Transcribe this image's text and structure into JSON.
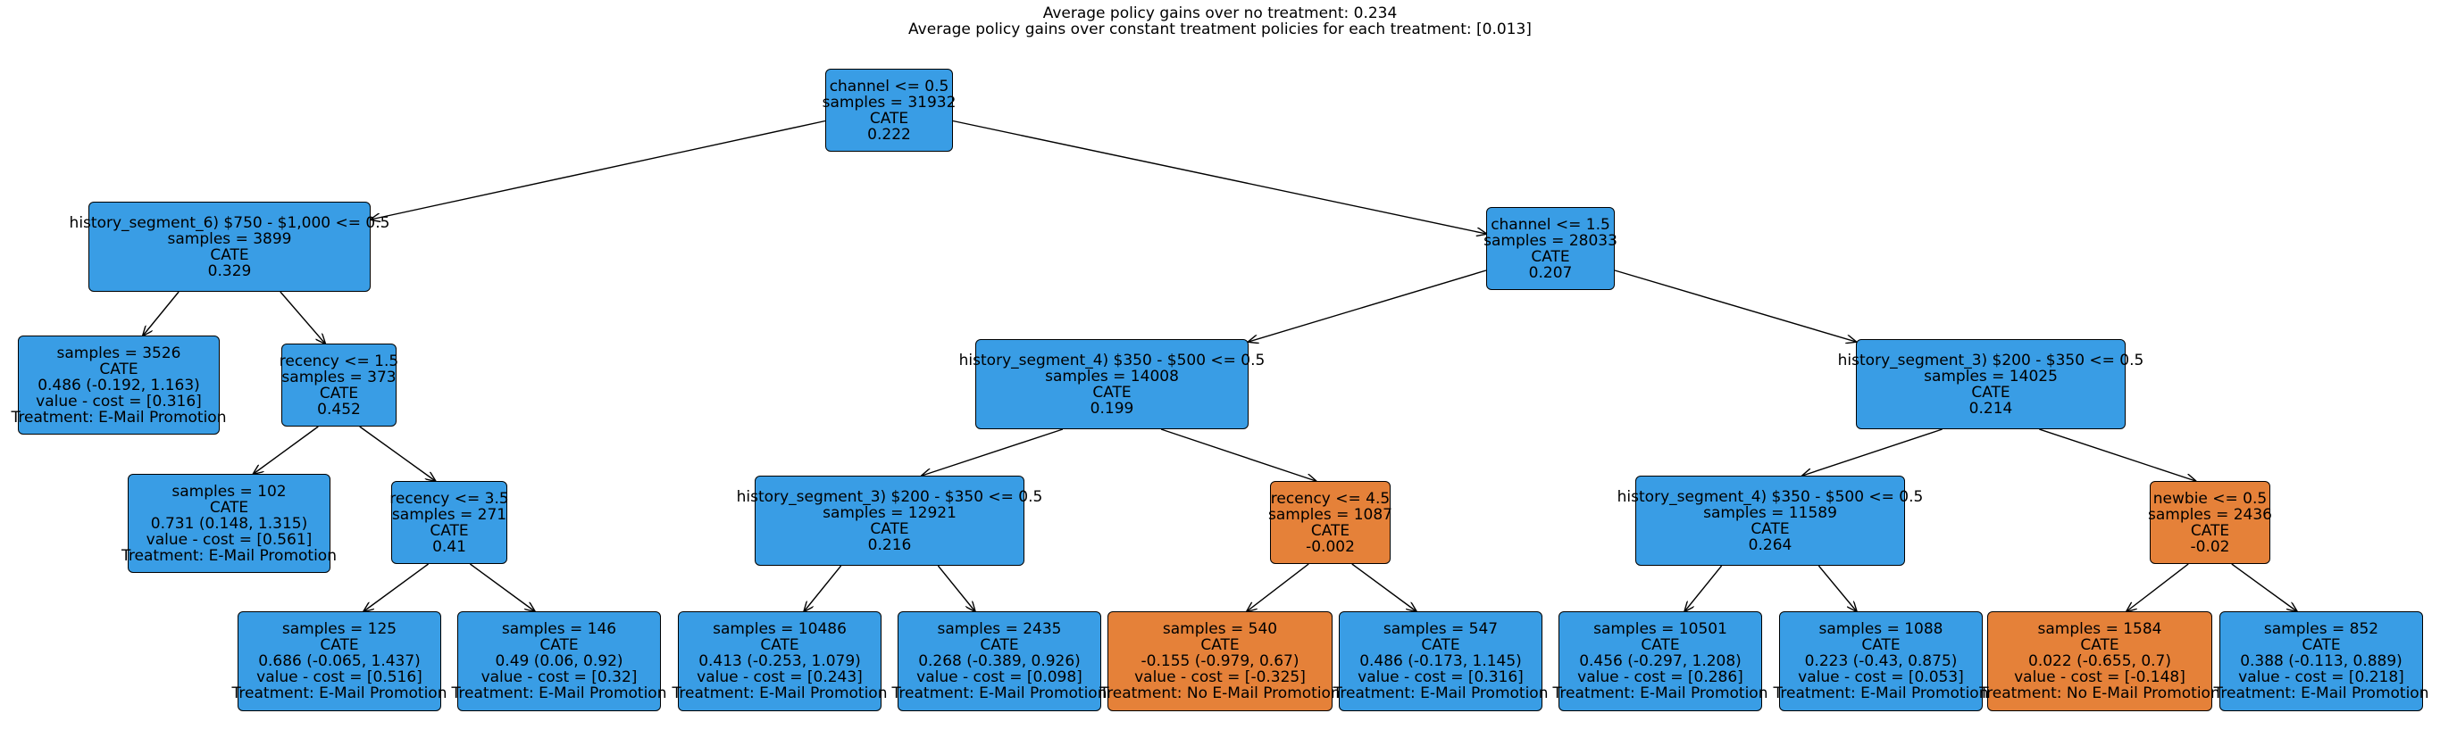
{
  "title": {
    "line1": "Average policy gains over no treatment: 0.234",
    "line2": "Average policy gains over constant treatment policies for each treatment: [0.013]"
  },
  "colors": {
    "e_mail_promotion": "#399de5",
    "no_e_mail_promotion": "#e58139",
    "edge": "#000000"
  },
  "tree": {
    "nodes": [
      {
        "id": "n0",
        "kind": "split",
        "treatment": "E-Mail Promotion",
        "lines": [
          "channel <= 0.5",
          "samples = 31932",
          "CATE",
          "0.222"
        ]
      },
      {
        "id": "n1",
        "kind": "split",
        "treatment": "E-Mail Promotion",
        "lines": [
          "history_segment_6) $750 - $1,000 <= 0.5",
          "samples = 3899",
          "CATE",
          "0.329"
        ]
      },
      {
        "id": "n2",
        "kind": "leaf",
        "treatment": "E-Mail Promotion",
        "lines": [
          "samples = 3526",
          "CATE",
          "0.486 (-0.192, 1.163)",
          "value - cost = [0.316]",
          "Treatment: E-Mail Promotion"
        ]
      },
      {
        "id": "n3",
        "kind": "split",
        "treatment": "E-Mail Promotion",
        "lines": [
          "recency <= 1.5",
          "samples = 373",
          "CATE",
          "0.452"
        ]
      },
      {
        "id": "n4",
        "kind": "leaf",
        "treatment": "E-Mail Promotion",
        "lines": [
          "samples = 102",
          "CATE",
          "0.731 (0.148, 1.315)",
          "value - cost = [0.561]",
          "Treatment: E-Mail Promotion"
        ]
      },
      {
        "id": "n5",
        "kind": "split",
        "treatment": "E-Mail Promotion",
        "lines": [
          "recency <= 3.5",
          "samples = 271",
          "CATE",
          "0.41"
        ]
      },
      {
        "id": "n6",
        "kind": "leaf",
        "treatment": "E-Mail Promotion",
        "lines": [
          "samples = 125",
          "CATE",
          "0.686 (-0.065, 1.437)",
          "value - cost = [0.516]",
          "Treatment: E-Mail Promotion"
        ]
      },
      {
        "id": "n7",
        "kind": "leaf",
        "treatment": "E-Mail Promotion",
        "lines": [
          "samples = 146",
          "CATE",
          "0.49 (0.06, 0.92)",
          "value - cost = [0.32]",
          "Treatment: E-Mail Promotion"
        ]
      },
      {
        "id": "n8",
        "kind": "split",
        "treatment": "E-Mail Promotion",
        "lines": [
          "channel <= 1.5",
          "samples = 28033",
          "CATE",
          "0.207"
        ]
      },
      {
        "id": "n9",
        "kind": "split",
        "treatment": "E-Mail Promotion",
        "lines": [
          "history_segment_4) $350 - $500 <= 0.5",
          "samples = 14008",
          "CATE",
          "0.199"
        ]
      },
      {
        "id": "n10",
        "kind": "split",
        "treatment": "E-Mail Promotion",
        "lines": [
          "history_segment_3) $200 - $350 <= 0.5",
          "samples = 12921",
          "CATE",
          "0.216"
        ]
      },
      {
        "id": "n11",
        "kind": "leaf",
        "treatment": "E-Mail Promotion",
        "lines": [
          "samples = 10486",
          "CATE",
          "0.413 (-0.253, 1.079)",
          "value - cost = [0.243]",
          "Treatment: E-Mail Promotion"
        ]
      },
      {
        "id": "n12",
        "kind": "leaf",
        "treatment": "E-Mail Promotion",
        "lines": [
          "samples = 2435",
          "CATE",
          "0.268 (-0.389, 0.926)",
          "value - cost = [0.098]",
          "Treatment: E-Mail Promotion"
        ]
      },
      {
        "id": "n13",
        "kind": "split",
        "treatment": "No E-Mail Promotion",
        "lines": [
          "recency <= 4.5",
          "samples = 1087",
          "CATE",
          "-0.002"
        ]
      },
      {
        "id": "n14",
        "kind": "leaf",
        "treatment": "No E-Mail Promotion",
        "lines": [
          "samples = 540",
          "CATE",
          "-0.155 (-0.979, 0.67)",
          "value - cost = [-0.325]",
          "Treatment: No E-Mail Promotion"
        ]
      },
      {
        "id": "n15",
        "kind": "leaf",
        "treatment": "E-Mail Promotion",
        "lines": [
          "samples = 547",
          "CATE",
          "0.486 (-0.173, 1.145)",
          "value - cost = [0.316]",
          "Treatment: E-Mail Promotion"
        ]
      },
      {
        "id": "n16",
        "kind": "split",
        "treatment": "E-Mail Promotion",
        "lines": [
          "history_segment_3) $200 - $350 <= 0.5",
          "samples = 14025",
          "CATE",
          "0.214"
        ]
      },
      {
        "id": "n17",
        "kind": "split",
        "treatment": "E-Mail Promotion",
        "lines": [
          "history_segment_4) $350 - $500 <= 0.5",
          "samples = 11589",
          "CATE",
          "0.264"
        ]
      },
      {
        "id": "n18",
        "kind": "leaf",
        "treatment": "E-Mail Promotion",
        "lines": [
          "samples = 10501",
          "CATE",
          "0.456 (-0.297, 1.208)",
          "value - cost = [0.286]",
          "Treatment: E-Mail Promotion"
        ]
      },
      {
        "id": "n19",
        "kind": "leaf",
        "treatment": "E-Mail Promotion",
        "lines": [
          "samples = 1088",
          "CATE",
          "0.223 (-0.43, 0.875)",
          "value - cost = [0.053]",
          "Treatment: E-Mail Promotion"
        ]
      },
      {
        "id": "n20",
        "kind": "split",
        "treatment": "No E-Mail Promotion",
        "lines": [
          "newbie <= 0.5",
          "samples = 2436",
          "CATE",
          "-0.02"
        ]
      },
      {
        "id": "n21",
        "kind": "leaf",
        "treatment": "No E-Mail Promotion",
        "lines": [
          "samples = 1584",
          "CATE",
          "0.022 (-0.655, 0.7)",
          "value - cost = [-0.148]",
          "Treatment: No E-Mail Promotion"
        ]
      },
      {
        "id": "n22",
        "kind": "leaf",
        "treatment": "E-Mail Promotion",
        "lines": [
          "samples = 852",
          "CATE",
          "0.388 (-0.113, 0.889)",
          "value - cost = [0.218]",
          "Treatment: E-Mail Promotion"
        ]
      }
    ],
    "edges": [
      [
        "n0",
        "n1"
      ],
      [
        "n0",
        "n8"
      ],
      [
        "n1",
        "n2"
      ],
      [
        "n1",
        "n3"
      ],
      [
        "n3",
        "n4"
      ],
      [
        "n3",
        "n5"
      ],
      [
        "n5",
        "n6"
      ],
      [
        "n5",
        "n7"
      ],
      [
        "n8",
        "n9"
      ],
      [
        "n8",
        "n16"
      ],
      [
        "n9",
        "n10"
      ],
      [
        "n9",
        "n13"
      ],
      [
        "n10",
        "n11"
      ],
      [
        "n10",
        "n12"
      ],
      [
        "n13",
        "n14"
      ],
      [
        "n13",
        "n15"
      ],
      [
        "n16",
        "n17"
      ],
      [
        "n16",
        "n20"
      ],
      [
        "n17",
        "n18"
      ],
      [
        "n17",
        "n19"
      ],
      [
        "n20",
        "n21"
      ],
      [
        "n20",
        "n22"
      ]
    ]
  }
}
